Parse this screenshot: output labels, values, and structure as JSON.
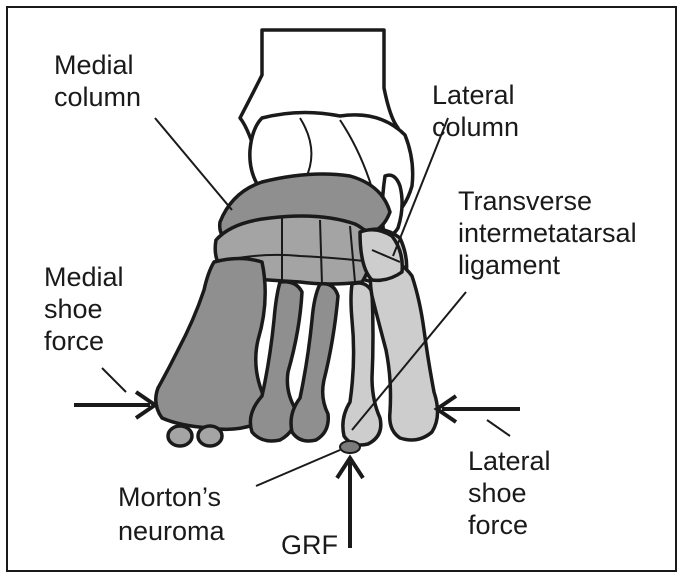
{
  "figure": {
    "labels": {
      "medial_column": [
        "Medial",
        "column"
      ],
      "lateral_column": [
        "Lateral",
        "column"
      ],
      "transverse_ligament": [
        "Transverse",
        "intermetatarsal",
        "ligament"
      ],
      "medial_shoe_force": [
        "Medial",
        "shoe",
        "force"
      ],
      "lateral_shoe_force": [
        "Lateral",
        "shoe",
        "force"
      ],
      "mortons_neuroma": [
        "Morton’s",
        "neuroma"
      ],
      "grf": "GRF"
    },
    "colors": {
      "medial_bone": "#8f8f8f",
      "mid_bone": "#a4a4a4",
      "lateral_bone": "#cdcdcd",
      "outline": "#1a1a1a",
      "neuroma": "#7a7a7a",
      "ankle_fill": "#ffffff"
    }
  }
}
